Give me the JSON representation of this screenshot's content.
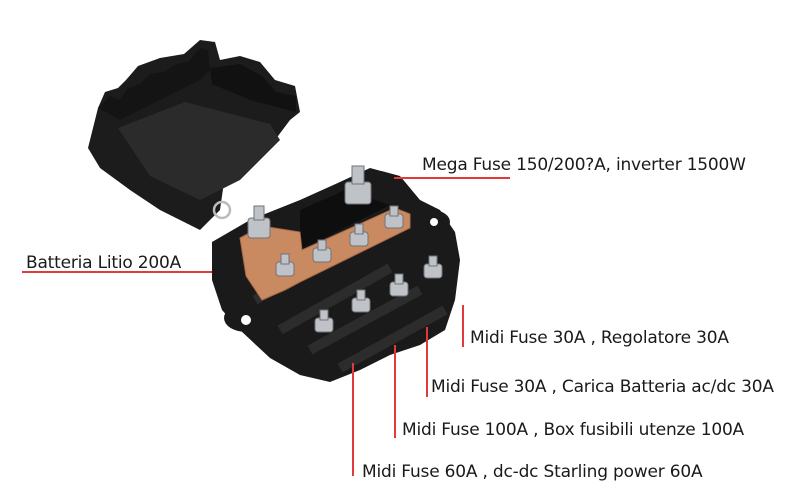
{
  "image": {
    "subject": "Fuse box with lid, copper busbar and bolts",
    "accent_color": "#e23a3a",
    "busbar_color": "#c98a62"
  },
  "callouts": [
    {
      "id": "mega-fuse",
      "text": "Mega Fuse 150/200?A,  inverter 1500W"
    },
    {
      "id": "battery",
      "text": "Batteria Litio 200A"
    },
    {
      "id": "midi-30-regolatore",
      "text": "Midi Fuse 30A , Regolatore 30A"
    },
    {
      "id": "midi-30-carica",
      "text": "Midi Fuse 30A , Carica Batteria ac/dc 30A"
    },
    {
      "id": "midi-100",
      "text": "Midi Fuse 100A , Box fusibili utenze 100A"
    },
    {
      "id": "midi-60",
      "text": "Midi Fuse 60A , dc-dc Starling power 60A"
    }
  ]
}
